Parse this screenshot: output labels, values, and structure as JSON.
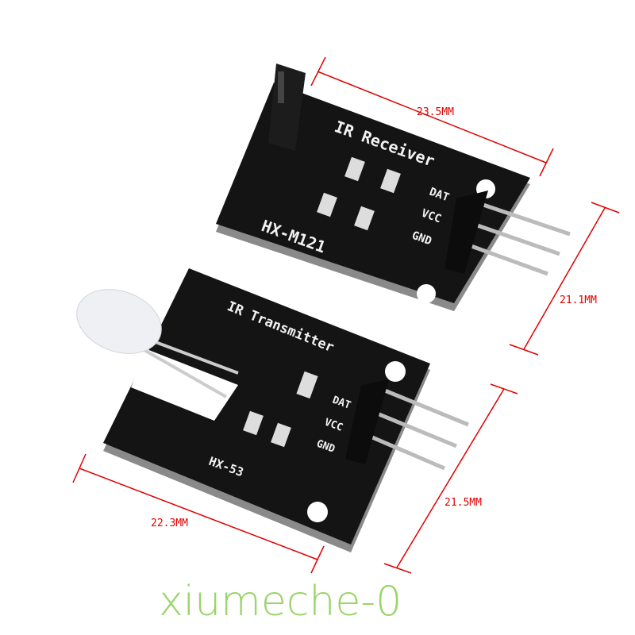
{
  "receiver": {
    "title": "IR Receiver",
    "model": "HX-M121",
    "pins": [
      "DAT",
      "VCC",
      "GND"
    ]
  },
  "transmitter": {
    "title": "IR Transmitter",
    "model": "HX-53",
    "pins": [
      "DAT",
      "VCC",
      "GND"
    ]
  },
  "dimensions": {
    "receiver_width": "23.5MM",
    "receiver_height": "21.1MM",
    "transmitter_height": "21.5MM",
    "transmitter_width": "22.3MM"
  },
  "watermark": "xiumeche-0",
  "colors": {
    "board": "#141414",
    "dimension": "#e00000",
    "watermark": "#9ad46a"
  }
}
